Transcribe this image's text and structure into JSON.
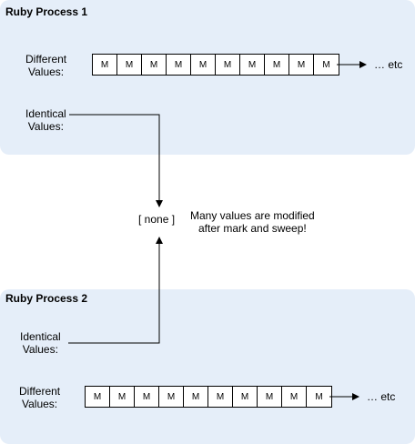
{
  "process1": {
    "title": "Ruby Process 1",
    "different_label_line1": "Different",
    "different_label_line2": "Values:",
    "identical_label_line1": "Identical",
    "identical_label_line2": "Values:",
    "cells": [
      "M",
      "M",
      "M",
      "M",
      "M",
      "M",
      "M",
      "M",
      "M",
      "M"
    ],
    "etc": "… etc"
  },
  "process2": {
    "title": "Ruby Process 2",
    "identical_label_line1": "Identical",
    "identical_label_line2": "Values:",
    "different_label_line1": "Different",
    "different_label_line2": "Values:",
    "cells": [
      "M",
      "M",
      "M",
      "M",
      "M",
      "M",
      "M",
      "M",
      "M",
      "M"
    ],
    "etc": "… etc"
  },
  "shared": {
    "none_label": "[ none ]",
    "note_line1": "Many values are modified",
    "note_line2": "after mark and sweep!"
  },
  "colors": {
    "panel_background": "#e5eef9",
    "stroke": "#000000"
  }
}
